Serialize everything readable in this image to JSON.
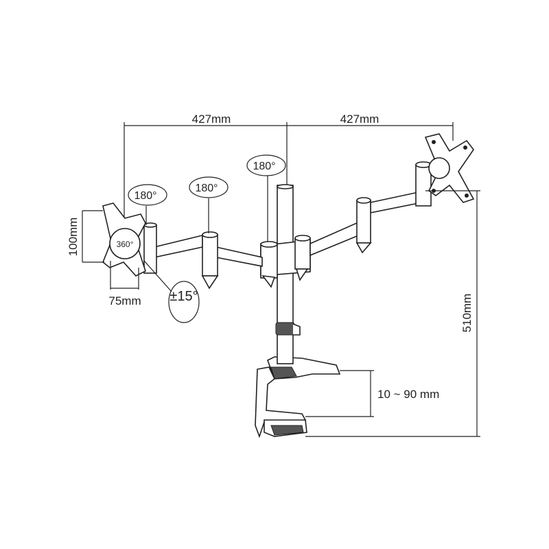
{
  "dimensions": {
    "arm_left_length": "427mm",
    "arm_right_length": "427mm",
    "vesa_height": "100mm",
    "vesa_width": "75mm",
    "total_height": "510mm",
    "clamp_range": "10 ~ 90 mm"
  },
  "rotations": {
    "plate_swivel": "180°",
    "elbow_swivel": "180°",
    "pole_swivel": "180°",
    "plate_rotation": "360°",
    "tilt": "±15°"
  },
  "colors": {
    "line": "#231f20",
    "background": "#ffffff"
  }
}
